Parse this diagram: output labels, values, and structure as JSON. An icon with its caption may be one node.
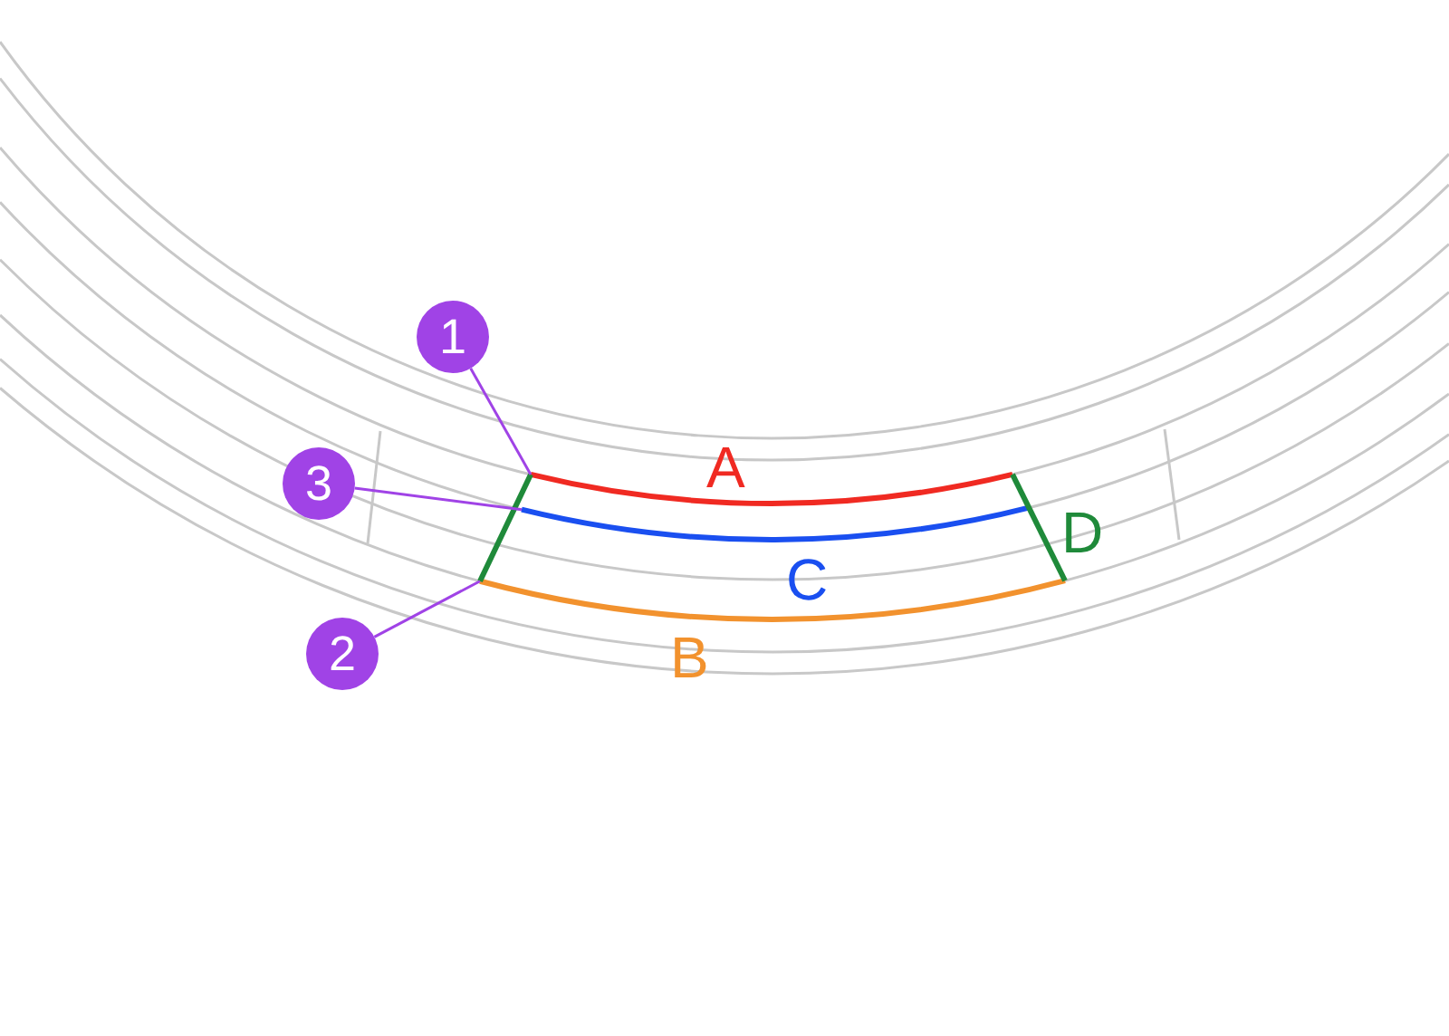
{
  "diagram": {
    "nodes": [
      {
        "text": [
          "1"
        ]
      },
      {
        "text": [
          "3"
        ]
      },
      {
        "text": [
          "2"
        ]
      }
    ],
    "edges": [
      {
        "from": 0,
        "to": null,
        "arrow": "none"
      },
      {
        "from": 1,
        "to": null,
        "arrow": "none"
      },
      {
        "from": 2,
        "to": null,
        "arrow": "none"
      }
    ],
    "labels": [
      "A",
      "D",
      "C",
      "B"
    ]
  }
}
